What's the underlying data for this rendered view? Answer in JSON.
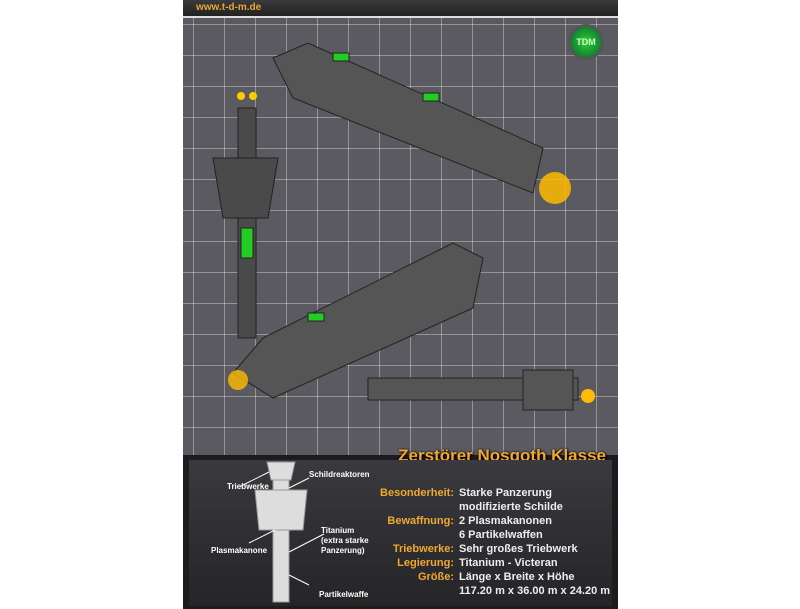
{
  "header": {
    "url": "www.t-d-m.de",
    "logo": "TDM"
  },
  "title": "Zerstörer Nosgoth Klasse",
  "diagram_labels": {
    "triebwerke": "Triebwerke",
    "schildreaktoren": "Schildreaktoren",
    "titanium": "Titanium",
    "titanium2": "(extra starke",
    "titanium3": "Panzerung)",
    "plasmakanone": "Plasmakanone",
    "partikelwaffe": "Partikelwaffe"
  },
  "specs": [
    {
      "key": "Besonderheit:",
      "lines": [
        "Starke Panzerung",
        "modifizierte Schilde"
      ]
    },
    {
      "key": "Bewaffnung:",
      "lines": [
        "2 Plasmakanonen",
        "6 Partikelwaffen"
      ]
    },
    {
      "key": "Triebwerke:",
      "lines": [
        "Sehr großes Triebwerk"
      ]
    },
    {
      "key": "Legierung:",
      "lines": [
        "Titanium - Victeran"
      ]
    },
    {
      "key": "Größe:",
      "lines": [
        "Länge x Breite x Höhe",
        "117.20 m x 36.00 m x 24.20 m"
      ]
    }
  ]
}
